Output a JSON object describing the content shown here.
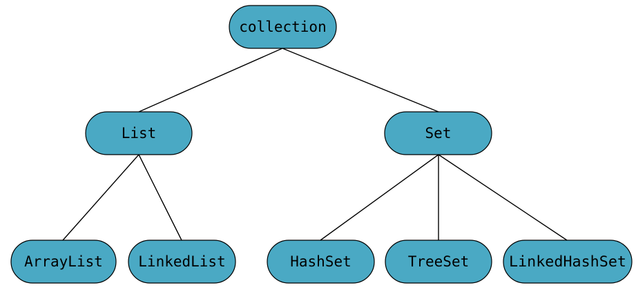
{
  "colors": {
    "node_fill": "#4aa9c4",
    "node_border": "#000000",
    "edge": "#000000"
  },
  "nodes": {
    "collection": "collection",
    "list": "List",
    "set": "Set",
    "arraylist": "ArrayList",
    "linkedlist": "LinkedList",
    "hashset": "HashSet",
    "treeset": "TreeSet",
    "linkedhashset": "LinkedHashSet"
  }
}
